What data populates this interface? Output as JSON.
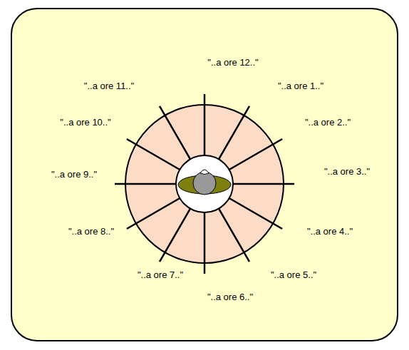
{
  "diagram": {
    "labels": [
      "\"..a ore 12..\"",
      "\"..a ore 1..\"",
      "\"..a ore 2..\"",
      "\"..a ore 3..\"",
      "\"..a ore 4..\"",
      "\"..a ore 5..\"",
      "\"..a ore 6..\"",
      "\"..a ore 7..\"",
      "\"..a ore 8..\"",
      "\"..a ore 9..\"",
      "\"..a ore 10..\"",
      "\"..a ore 11..\""
    ]
  }
}
